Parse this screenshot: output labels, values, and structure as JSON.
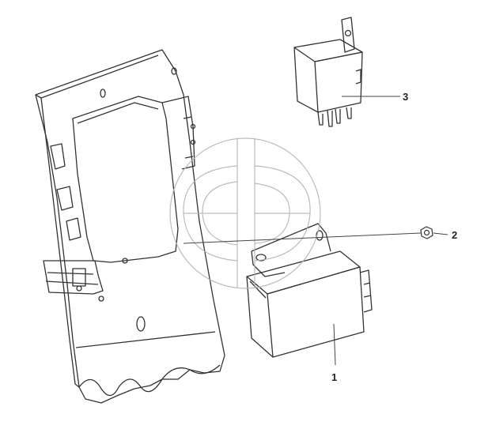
{
  "diagram": {
    "callouts": [
      {
        "id": "part-1",
        "number": "1"
      },
      {
        "id": "part-2",
        "number": "2"
      },
      {
        "id": "part-3",
        "number": "3"
      }
    ],
    "colors": {
      "line": "#333333",
      "leader": "#444444",
      "watermark": "#b5b5b5",
      "background": "#ffffff"
    }
  }
}
